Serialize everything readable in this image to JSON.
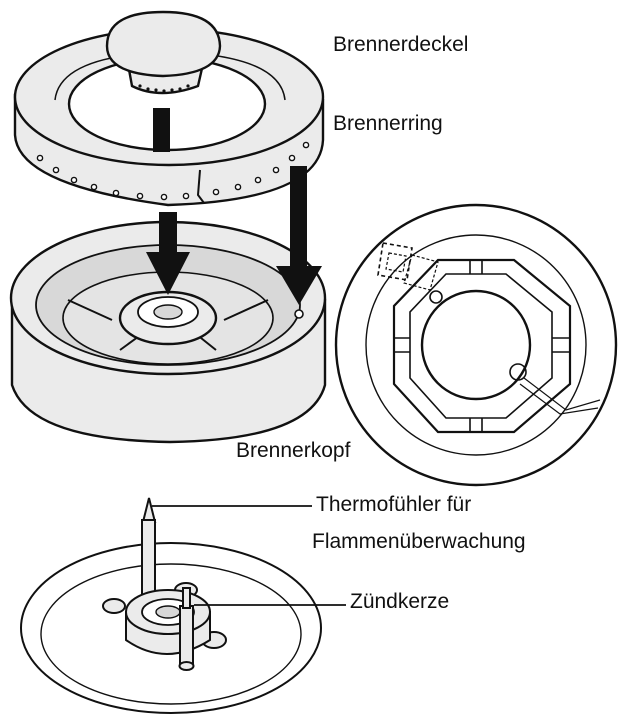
{
  "labels": {
    "burner_cap": "Brennerdeckel",
    "burner_ring": "Brennerring",
    "burner_head": "Brennerkopf",
    "thermocouple_line1": "Thermofühler für",
    "thermocouple_line2": "Flammenüberwachung",
    "spark_plug": "Zündkerze"
  },
  "colors": {
    "line": "#111111",
    "part_fill": "#ebebeb",
    "background": "#ffffff"
  }
}
